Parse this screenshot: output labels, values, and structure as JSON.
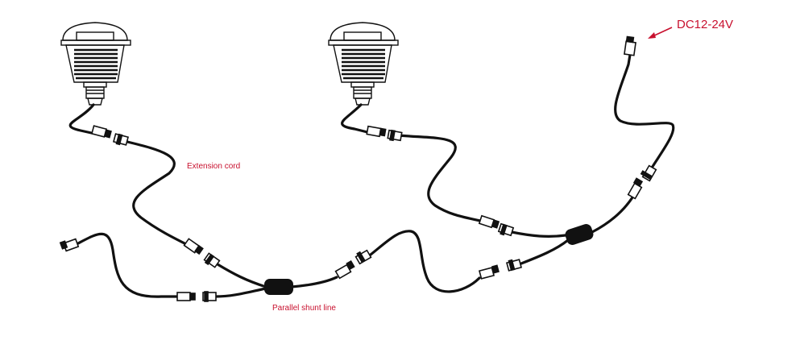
{
  "labels": {
    "extension_cord": "Extension cord",
    "parallel_shunt_line": "Parallel shunt line",
    "power_input": "DC12-24V"
  },
  "colors": {
    "label_text": "#c8102e",
    "wire": "#111111",
    "background": "#ffffff"
  },
  "components": {
    "lights": [
      "recessed-light-icon",
      "recessed-light-icon"
    ],
    "splitters": [
      "splitter-box-icon",
      "splitter-box-icon"
    ],
    "connectors": "connector-plug-icon"
  }
}
